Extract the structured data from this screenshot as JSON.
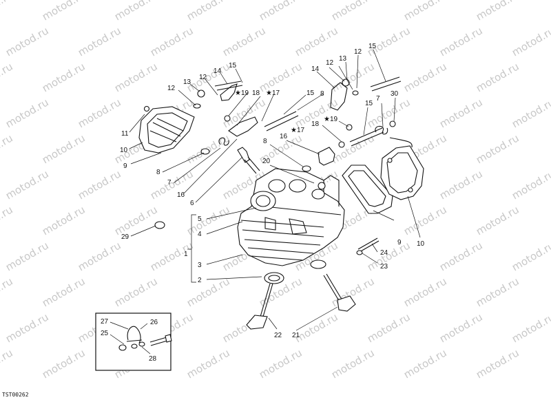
{
  "watermark": "motod.ru",
  "drawing_code": "TST00262",
  "labels": {
    "p1": "1",
    "p2": "2",
    "p3": "3",
    "p4": "4",
    "p5": "5",
    "p6": "6",
    "p7a": "7",
    "p7b": "7",
    "p8a": "8",
    "p8b": "8",
    "p8c": "8",
    "p9a": "9",
    "p9b": "9",
    "p10a": "10",
    "p10b": "10",
    "p11": "11",
    "p12a": "12",
    "p12b": "12",
    "p12c": "12",
    "p12d": "12",
    "p13a": "13",
    "p13b": "13",
    "p14a": "14",
    "p14b": "14",
    "p15a": "15",
    "p15b": "15",
    "p15c": "15",
    "p15d": "15",
    "p16a": "16",
    "p16b": "16",
    "p17a": "★17",
    "p17b": "★17",
    "p18a": "18",
    "p18b": "18",
    "p19a": "★19",
    "p19b": "★19",
    "p20": "20",
    "p21": "21",
    "p22": "22",
    "p23": "23",
    "p24": "24",
    "p25": "25",
    "p26": "26",
    "p27": "27",
    "p28": "28",
    "p29": "29",
    "p30": "30"
  }
}
